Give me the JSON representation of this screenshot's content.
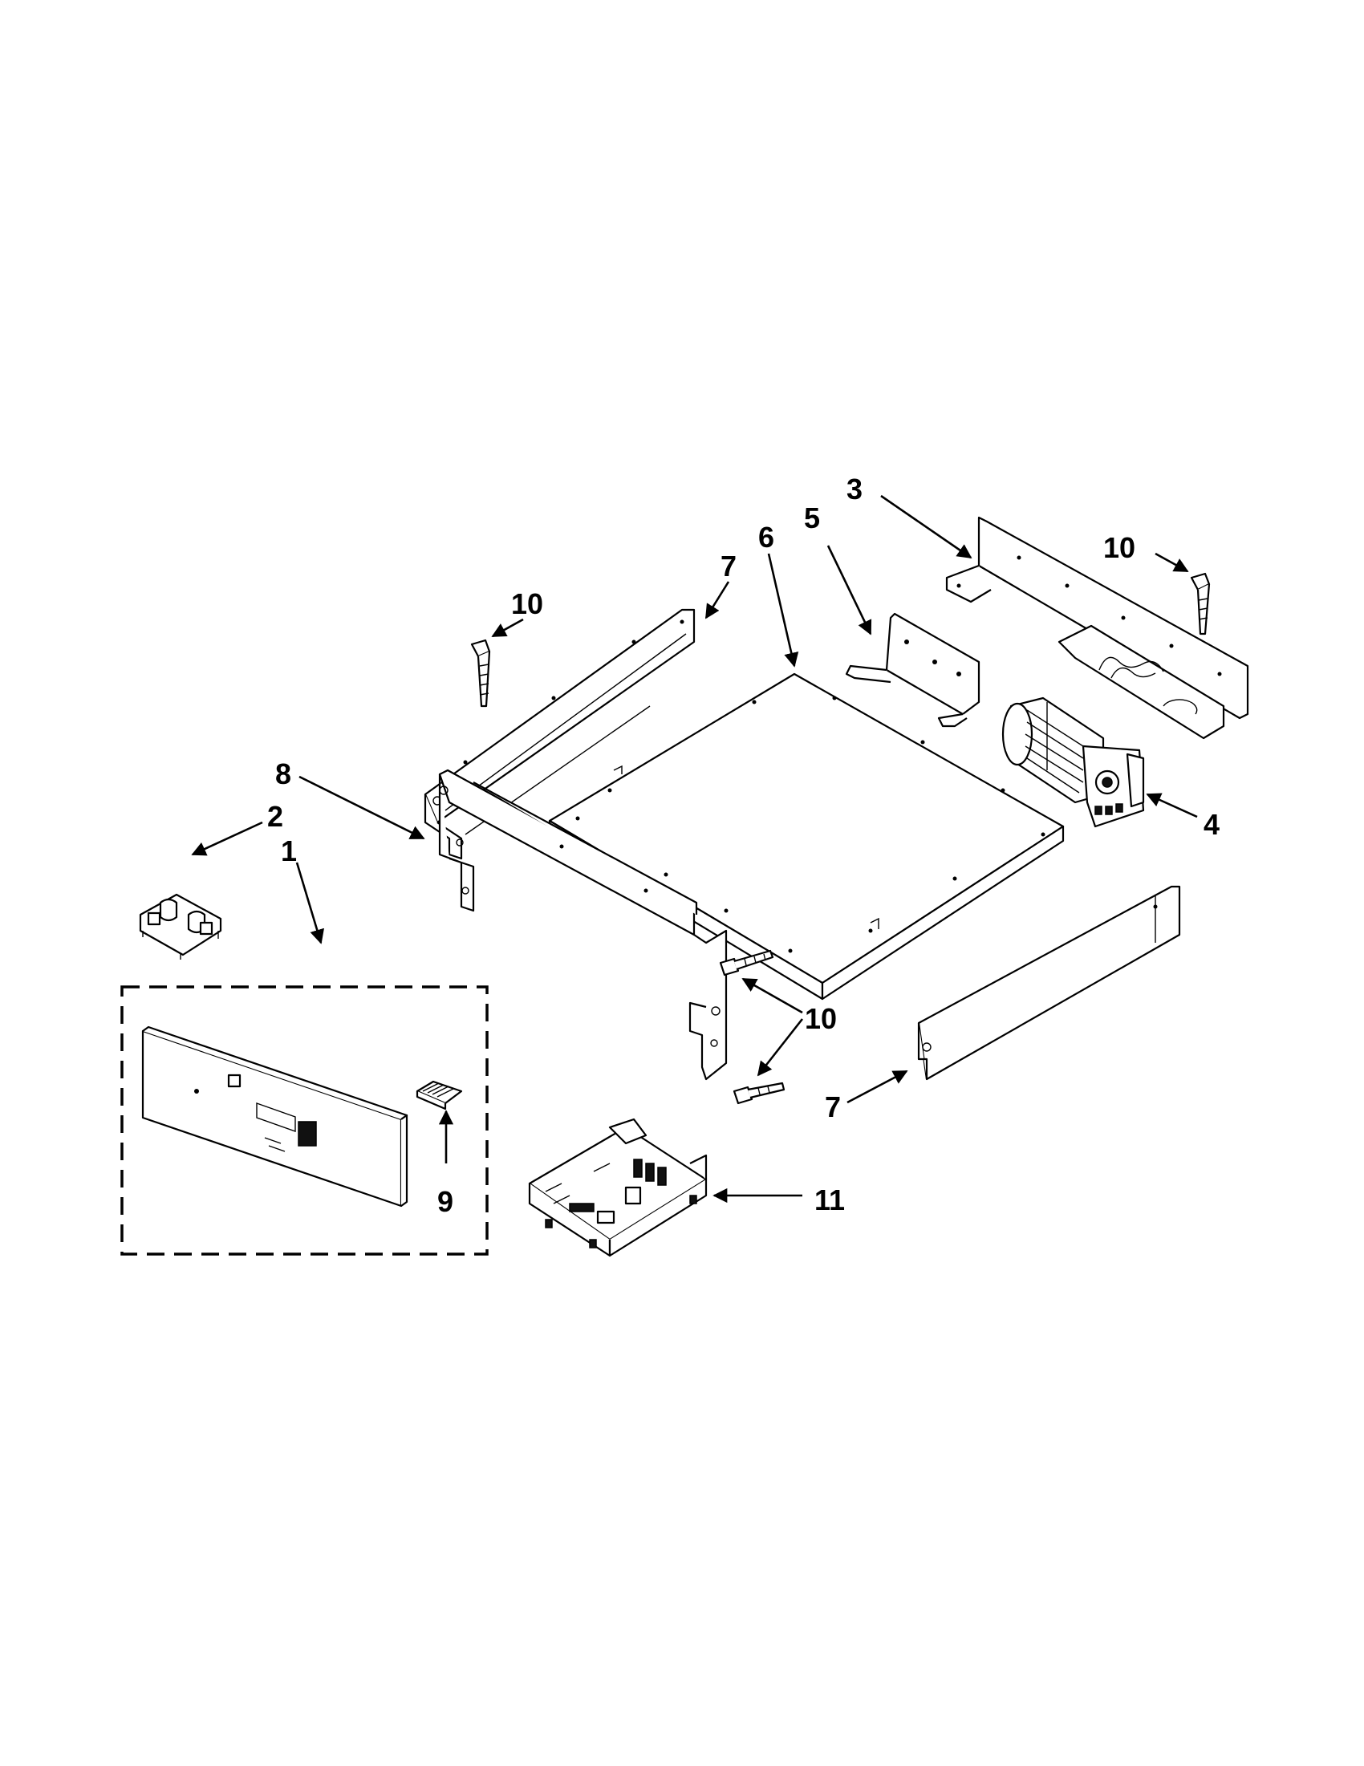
{
  "callouts": [
    {
      "id": "c1",
      "label": "1"
    },
    {
      "id": "c2",
      "label": "2"
    },
    {
      "id": "c3",
      "label": "3"
    },
    {
      "id": "c4",
      "label": "4"
    },
    {
      "id": "c5",
      "label": "5"
    },
    {
      "id": "c6",
      "label": "6"
    },
    {
      "id": "c7a",
      "label": "7"
    },
    {
      "id": "c7b",
      "label": "7"
    },
    {
      "id": "c8",
      "label": "8"
    },
    {
      "id": "c9",
      "label": "9"
    },
    {
      "id": "c10a",
      "label": "10"
    },
    {
      "id": "c10b",
      "label": "10"
    },
    {
      "id": "c10c",
      "label": "10"
    },
    {
      "id": "c11",
      "label": "11"
    }
  ],
  "labels": {
    "c1": "1",
    "c2": "2",
    "c3": "3",
    "c4": "4",
    "c5": "5",
    "c6": "6",
    "c7a": "7",
    "c7b": "7",
    "c8": "8",
    "c9": "9",
    "c10a": "10",
    "c10b": "10",
    "c10c": "10",
    "c11": "11"
  }
}
